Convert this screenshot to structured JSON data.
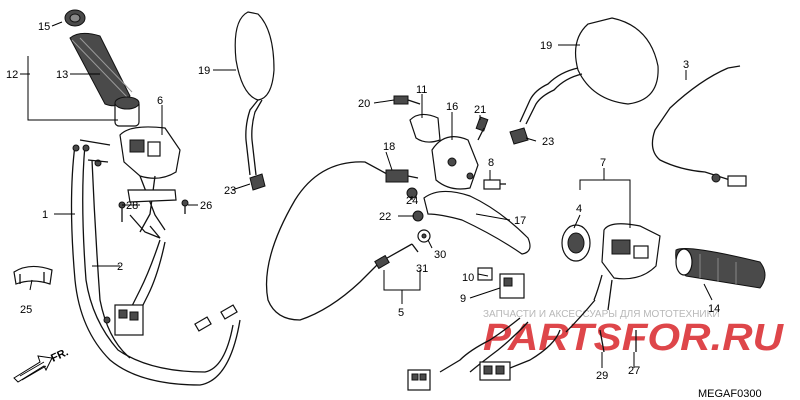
{
  "diagram": {
    "code": "MEGAF0300",
    "direction_label": "FR.",
    "watermark_top": "ЗАПЧАСТИ И АКСЕССУАРЫ ДЛЯ МОТОТЕХНИКИ",
    "watermark_logo": "PARTSFOR.RU",
    "callouts": [
      "1",
      "2",
      "3",
      "4",
      "5",
      "6",
      "7",
      "8",
      "9",
      "10",
      "11",
      "12",
      "13",
      "14",
      "15",
      "16",
      "17",
      "18",
      "19",
      "19",
      "20",
      "21",
      "22",
      "23",
      "23",
      "24",
      "25",
      "26",
      "27",
      "28",
      "29",
      "30",
      "31"
    ]
  },
  "colors": {
    "line": "#000000",
    "watermark_red": "#d9262b",
    "watermark_gray": "#b8b8b8"
  }
}
